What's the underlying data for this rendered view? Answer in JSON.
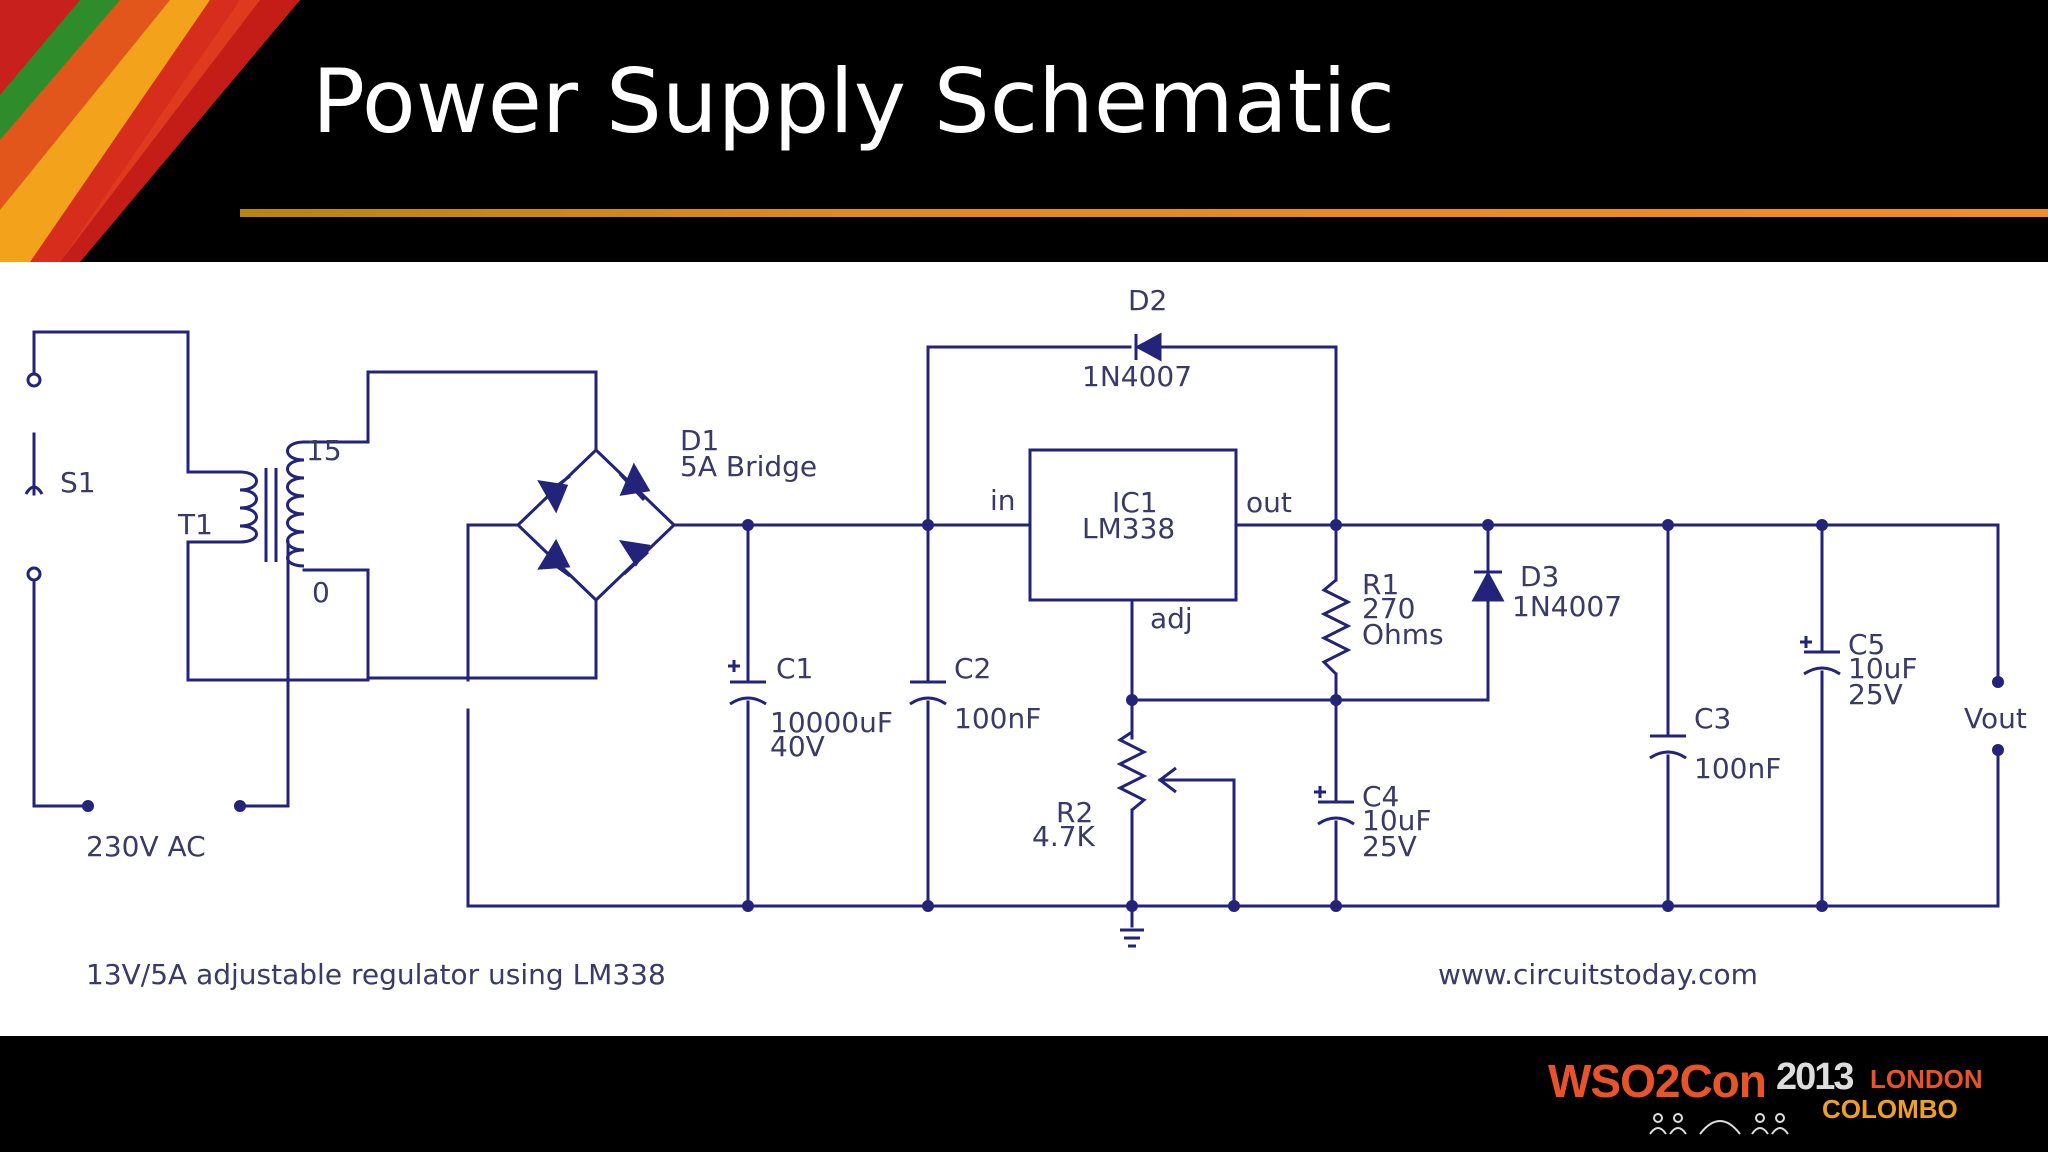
{
  "slide": {
    "title": "Power Supply Schematic"
  },
  "schematic": {
    "caption": "13V/5A adjustable regulator using LM338",
    "source": "www.circuitstoday.com",
    "supply_label": "230V AC",
    "switch": {
      "ref": "S1"
    },
    "transformer": {
      "ref": "T1",
      "tap_high": "15",
      "tap_low": "0"
    },
    "bridge": {
      "ref": "D1",
      "value": "5A Bridge"
    },
    "regulator": {
      "ref": "IC1",
      "part": "LM338",
      "pin_in": "in",
      "pin_out": "out",
      "pin_adj": "adj"
    },
    "d2": {
      "ref": "D2",
      "part": "1N4007"
    },
    "d3": {
      "ref": "D3",
      "part": "1N4007"
    },
    "c1": {
      "ref": "C1",
      "value": "10000uF",
      "rating": "40V"
    },
    "c2": {
      "ref": "C2",
      "value": "100nF"
    },
    "c3": {
      "ref": "C3",
      "value": "100nF"
    },
    "c4": {
      "ref": "C4",
      "value": "10uF",
      "rating": "25V"
    },
    "c5": {
      "ref": "C5",
      "value": "10uF",
      "rating": "25V"
    },
    "r1": {
      "ref": "R1",
      "value": "270",
      "unit": "Ohms"
    },
    "r2": {
      "ref": "R2",
      "value": "4.7K"
    },
    "output_label": "Vout",
    "wire_color": "#23237a"
  },
  "footer": {
    "logo": {
      "brand": "WSO2Con",
      "year": "2013",
      "city1": "LONDON",
      "city2": "COLOMBO"
    },
    "colors": {
      "orange": "#e8532a",
      "amber": "#f0a020"
    }
  }
}
